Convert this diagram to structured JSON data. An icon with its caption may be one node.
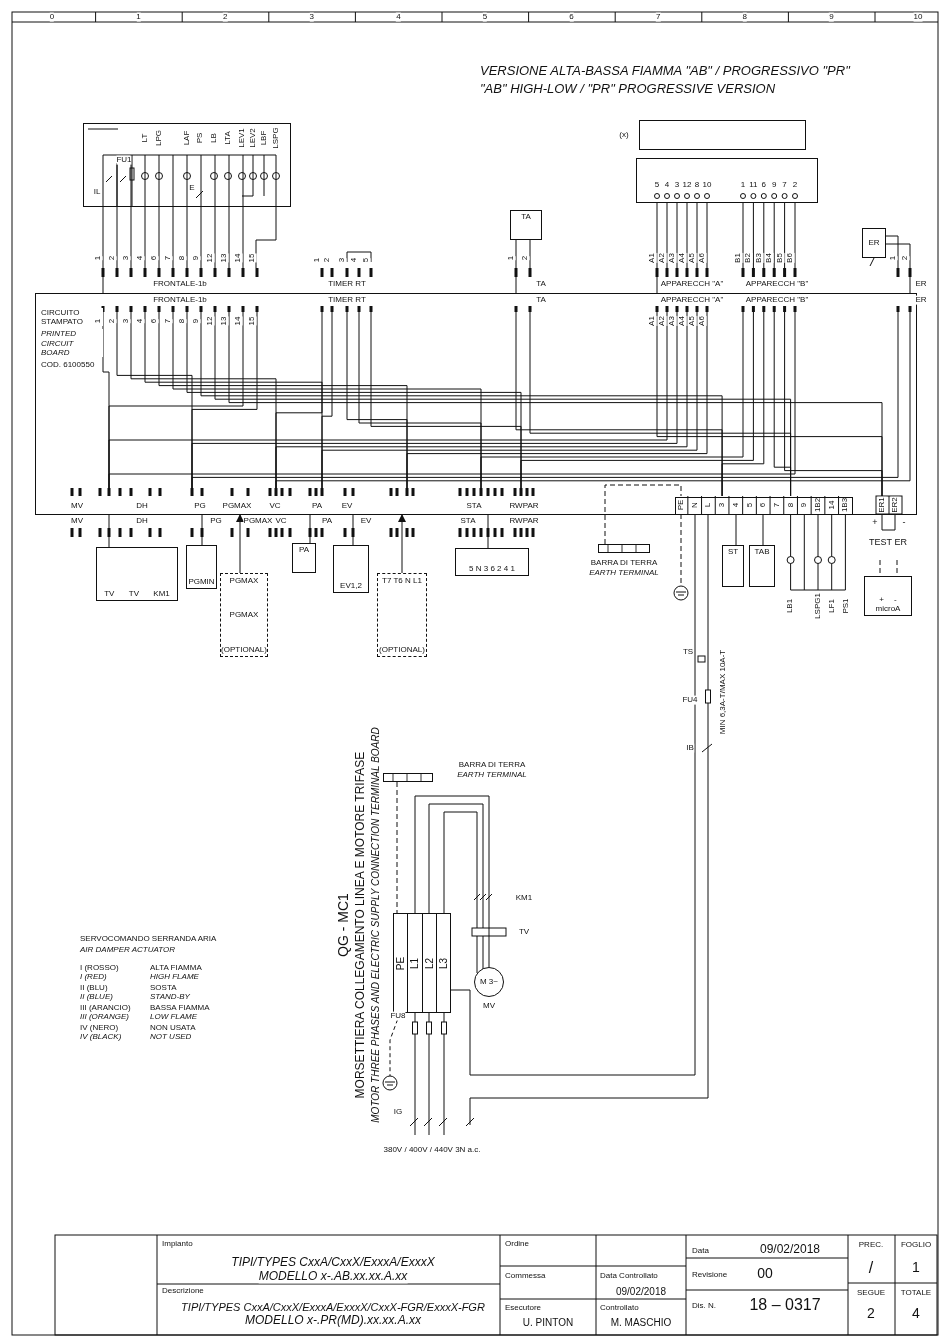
{
  "diagram": {
    "nodes": [
      {
        "text": [],
        "shape": "box"
      },
      {
        "text": [],
        "shape": "box",
        "beside": [
          "(x)"
        ]
      },
      {
        "text": [],
        "shape": "box"
      },
      {
        "text": [
          "TA"
        ]
      },
      {
        "text": [
          "ER"
        ]
      },
      {
        "text": [
          "CIRCUITO STAMPATO",
          "PRINTED CIRCUIT BOARD",
          "COD. 6100550"
        ]
      },
      {
        "text": [],
        "shape": "box",
        "in": 5
      },
      {
        "text": [
          "+ -",
          "microA"
        ]
      },
      {
        "text": [
          "TV",
          "TV",
          "KM1"
        ]
      },
      {
        "text": [
          "PGMIN"
        ]
      },
      {
        "text": [
          "PGMAX",
          "PGMAX",
          "(OPTIONAL)"
        ]
      },
      {
        "text": [
          "PA"
        ]
      },
      {
        "text": [
          "EV1,2"
        ]
      },
      {
        "text": [
          "T7 T6 N L1",
          "(OPTIONAL)"
        ]
      },
      {
        "text": [
          "5 N 3 6 2 4 1"
        ]
      },
      {
        "text": [],
        "shape": "bar",
        "beside": [
          "BARRA DI TERRA",
          "EARTH TERMINAL"
        ]
      },
      {
        "text": [
          "ST"
        ]
      },
      {
        "text": [
          "TAB"
        ]
      },
      {
        "text": [],
        "shape": "bar",
        "beside": [
          "BARRA DI TERRA",
          "EARTH TERMINAL"
        ]
      },
      {
        "text": [
          "PE",
          "L1",
          "L2",
          "L3"
        ]
      },
      {
        "text": [
          "M 3~"
        ],
        "beside": [
          "MV"
        ]
      }
    ],
    "edges": [
      {
        "from": 0,
        "to": 5,
        "arrow": "none"
      },
      {
        "from": 2,
        "to": 5,
        "arrow": "none"
      },
      {
        "from": 3,
        "to": 5,
        "arrow": "none"
      },
      {
        "from": 4,
        "to": 5,
        "arrow": "none"
      },
      {
        "from": 5,
        "to": 8,
        "arrow": "none"
      },
      {
        "from": 5,
        "to": 9,
        "arrow": "none"
      },
      {
        "from": 10,
        "to": 5,
        "arrow": "to"
      },
      {
        "from": 5,
        "to": 11,
        "arrow": "none"
      },
      {
        "from": 5,
        "to": 12,
        "arrow": "none"
      },
      {
        "from": 13,
        "to": 5,
        "arrow": "to"
      },
      {
        "from": 5,
        "to": 14,
        "arrow": "none"
      },
      {
        "from": 15,
        "to": 6,
        "arrow": "none",
        "style": "dashed"
      },
      {
        "from": 6,
        "to": 16,
        "arrow": "none"
      },
      {
        "from": 6,
        "to": 17,
        "arrow": "none"
      },
      {
        "from": 6,
        "to": 19,
        "arrow": "none"
      },
      {
        "from": 18,
        "to": 19,
        "arrow": "none",
        "style": "dashed"
      },
      {
        "from": 19,
        "to": 20,
        "arrow": "none"
      },
      {
        "from": null,
        "to": 7,
        "arrow": "none",
        "style": "dashed"
      }
    ],
    "labels": [
      "0",
      "1",
      "2",
      "3",
      "4",
      "5",
      "6",
      "7",
      "8",
      "9",
      "10",
      "VERSIONE ALTA-BASSA FIAMMA \"AB\" / PROGRESSIVO \"PR\"",
      "\"AB\" HIGH-LOW / \"PR\" PROGRESSIVE VERSION",
      "LT",
      "LPG",
      "LAF",
      "PS",
      "LB",
      "LTA",
      "LEV1",
      "LEV2",
      "LBF",
      "LSPG",
      "FU1",
      "IL",
      "E",
      "5",
      "4",
      "3",
      "12",
      "8",
      "10",
      "1",
      "11",
      "6",
      "9",
      "7",
      "2",
      "1",
      "2",
      "3",
      "4",
      "6",
      "7",
      "8",
      "9",
      "12",
      "13",
      "14",
      "15",
      "FRONTALE-1b",
      "1",
      "2",
      "3",
      "4",
      "5",
      "TIMER RT",
      "1",
      "2",
      "TA",
      "A1",
      "A2",
      "A3",
      "A4",
      "A5",
      "A6",
      "APPARECCH \"A\"",
      "B1",
      "B2",
      "B3",
      "B4",
      "B5",
      "B6",
      "APPARECCH \"B\"",
      "1",
      "2",
      "ER",
      "FRONTALE-1b",
      "1",
      "2",
      "3",
      "4",
      "6",
      "7",
      "8",
      "9",
      "12",
      "13",
      "14",
      "15",
      "TIMER RT",
      "TA",
      "APPARECCH \"A\"",
      "A1",
      "A2",
      "A3",
      "A4",
      "A5",
      "A6",
      "APPARECCH \"B\"",
      "ER",
      "MV",
      "DH",
      "PG",
      "PGMAX",
      "VC",
      "PA",
      "EV",
      "STA",
      "RWPAR",
      "PE",
      "N",
      "L",
      "3",
      "4",
      "5",
      "6",
      "7",
      "8",
      "9",
      "1B2",
      "14",
      "1B3",
      "ER1",
      "ER2",
      "MV",
      "DH",
      "PG",
      "PGMAX",
      "VC",
      "PA",
      "EV",
      "STA",
      "RWPAR",
      "+",
      "-",
      "TEST ER",
      "LB1",
      "LSPG1",
      "LF1",
      "PS1",
      "TS",
      "FU4",
      "MIN 6,3A-T/MAX 10A-T",
      "IB",
      "QG - MC1",
      "MORSETTIERA COLLEGAMENTO LINEA E MOTORE TRIFASE",
      "MOTOR THREE PHASES AND ELECTRIC SUPPLY CONNECTION TERMINAL BOARD",
      "KM1",
      "TV",
      "SERVOCOMANDO SERRANDA ARIA",
      "AIR DAMPER ACTUATOR",
      "I (ROSSO)",
      "I (RED)",
      "ALTA FIAMMA",
      "HIGH FLAME",
      "II (BLU)",
      "II (BLUE)",
      "SOSTA",
      "STAND-BY",
      "III (ARANCIO)",
      "III (ORANGE)",
      "BASSA FIAMMA",
      "LOW FLAME",
      "IV (NERO)",
      "IV (BLACK)",
      "NON USATA",
      "NOT USED",
      "FU8",
      "IG",
      "380V / 400V / 440V 3N a.c.",
      "Impianto",
      "TIPI/TYPES CxxA/CxxX/ExxxA/ExxxX",
      "MODELLO x-.AB.xx.xx.A.xx",
      "Descrizione",
      "TIPI/TYPES CxxA/CxxX/ExxxA/ExxxX/CxxX-FGR/ExxxX-FGR",
      "MODELLO x-.PR(MD).xx.xx.A.xx",
      "Ordine",
      "Commessa",
      "Data Controllato",
      "09/02/2018",
      "Esecutore",
      "U. PINTON",
      "Controllato",
      "M. MASCHIO",
      "Data",
      "09/02/2018",
      "Revisione",
      "00",
      "Dis. N.",
      "18 – 0317",
      "PREC.",
      "/",
      "FOGLIO",
      "1",
      "SEGUE",
      "2",
      "TOTALE",
      "4"
    ]
  }
}
